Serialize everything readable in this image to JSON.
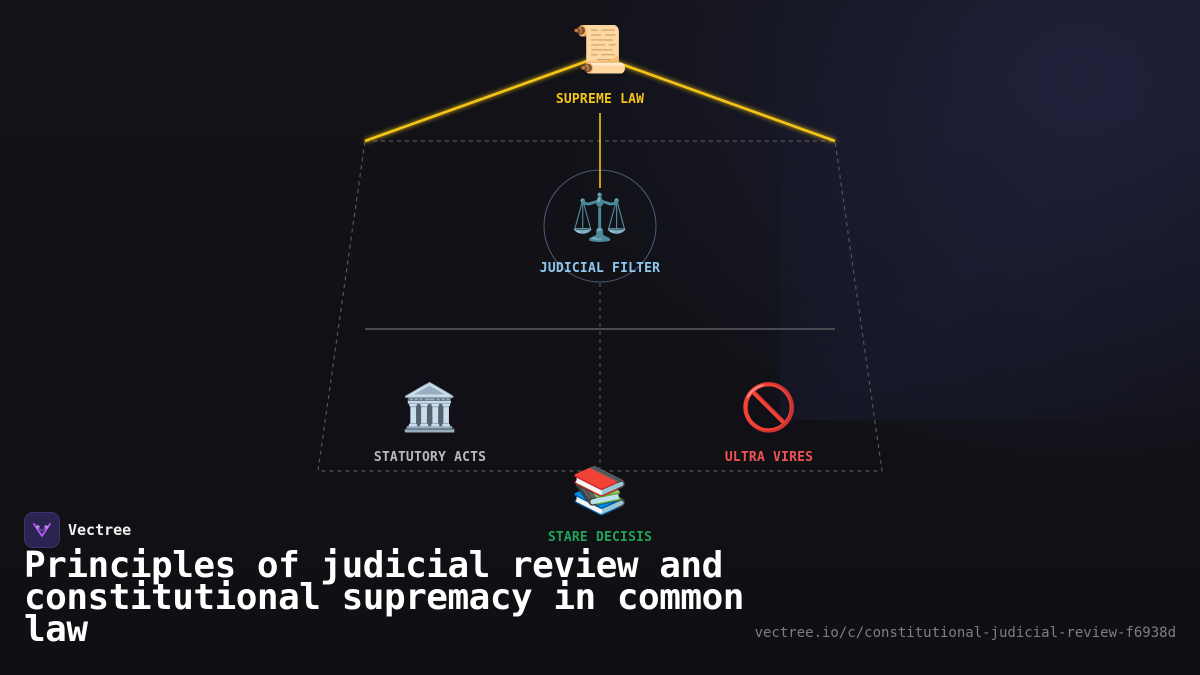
{
  "diagram": {
    "nodes": {
      "supreme_law": {
        "icon": "scroll-icon",
        "glyph": "📜",
        "label": "SUPREME LAW",
        "color": "#f5c518"
      },
      "judicial_filter": {
        "icon": "scales-of-justice-icon",
        "glyph": "⚖️",
        "label": "JUDICIAL FILTER",
        "color": "#8ec8f0"
      },
      "statutory_acts": {
        "icon": "classical-building-icon",
        "glyph": "🏛️",
        "label": "STATUTORY ACTS",
        "color": "#b8b8c0"
      },
      "ultra_vires": {
        "icon": "prohibited-icon",
        "glyph": "🚫",
        "label": "ULTRA VIRES",
        "color": "#f05454"
      },
      "stare_decisis": {
        "icon": "books-icon",
        "glyph": "📚",
        "label": "STARE DECISIS",
        "color": "#22a35a"
      }
    },
    "colors": {
      "beam": "#f5c518",
      "frame": "#55555e",
      "divider": "#4a4a52",
      "ring": "#4c5a7a"
    }
  },
  "brand": {
    "name": "Vectree",
    "logo_icon": "vectree-logo-icon",
    "logo_color": "#b45cf0"
  },
  "title": "Principles of judicial review and constitutional supremacy in common law",
  "url": "vectree.io/c/constitutional-judicial-review-f6938d"
}
